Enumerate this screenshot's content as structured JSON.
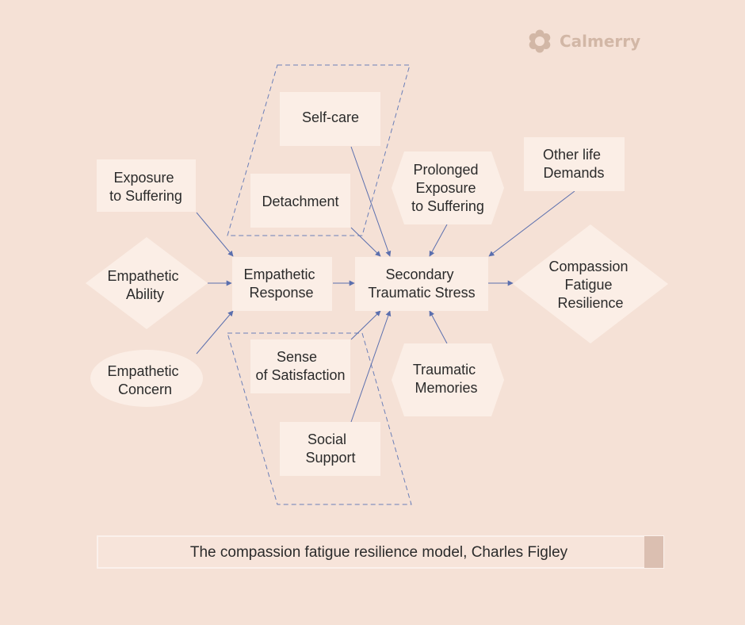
{
  "brand": {
    "name": "Calmerry",
    "icon": "flower-icon",
    "color": "#d2b7a6"
  },
  "colors": {
    "background": "#f5e1d6",
    "node_fill": "#fbeee6",
    "arrow": "#5b6fae",
    "dashed_border": "#6b7fb8"
  },
  "nodes": {
    "self_care": [
      "Self-care"
    ],
    "exposure_to_suffering": [
      "Exposure",
      "to Suffering"
    ],
    "detachment": [
      "Detachment"
    ],
    "prolonged_exposure": [
      "Prolonged",
      "Exposure",
      "to Suffering"
    ],
    "other_life_demands": [
      "Other life",
      "Demands"
    ],
    "empathetic_ability": [
      "Empathetic",
      "Ability"
    ],
    "empathetic_response": [
      "Empathetic",
      "Response"
    ],
    "secondary_traumatic_stress": [
      "Secondary",
      "Traumatic Stress"
    ],
    "compassion_fatigue_resilience": [
      "Compassion",
      "Fatigue",
      "Resilience"
    ],
    "empathetic_concern": [
      "Empathetic",
      "Concern"
    ],
    "sense_of_satisfaction": [
      "Sense",
      "of Satisfaction"
    ],
    "traumatic_memories": [
      "Traumatic",
      "Memories"
    ],
    "social_support": [
      "Social",
      "Support"
    ]
  },
  "edges": [
    [
      "exposure_to_suffering",
      "empathetic_response"
    ],
    [
      "empathetic_ability",
      "empathetic_response"
    ],
    [
      "empathetic_concern",
      "empathetic_response"
    ],
    [
      "empathetic_response",
      "secondary_traumatic_stress"
    ],
    [
      "self_care",
      "secondary_traumatic_stress"
    ],
    [
      "detachment",
      "secondary_traumatic_stress"
    ],
    [
      "prolonged_exposure",
      "secondary_traumatic_stress"
    ],
    [
      "other_life_demands",
      "secondary_traumatic_stress"
    ],
    [
      "sense_of_satisfaction",
      "secondary_traumatic_stress"
    ],
    [
      "social_support",
      "secondary_traumatic_stress"
    ],
    [
      "traumatic_memories",
      "secondary_traumatic_stress"
    ],
    [
      "secondary_traumatic_stress",
      "compassion_fatigue_resilience"
    ]
  ],
  "caption": "The compassion fatigue resilience model, Charles Figley"
}
